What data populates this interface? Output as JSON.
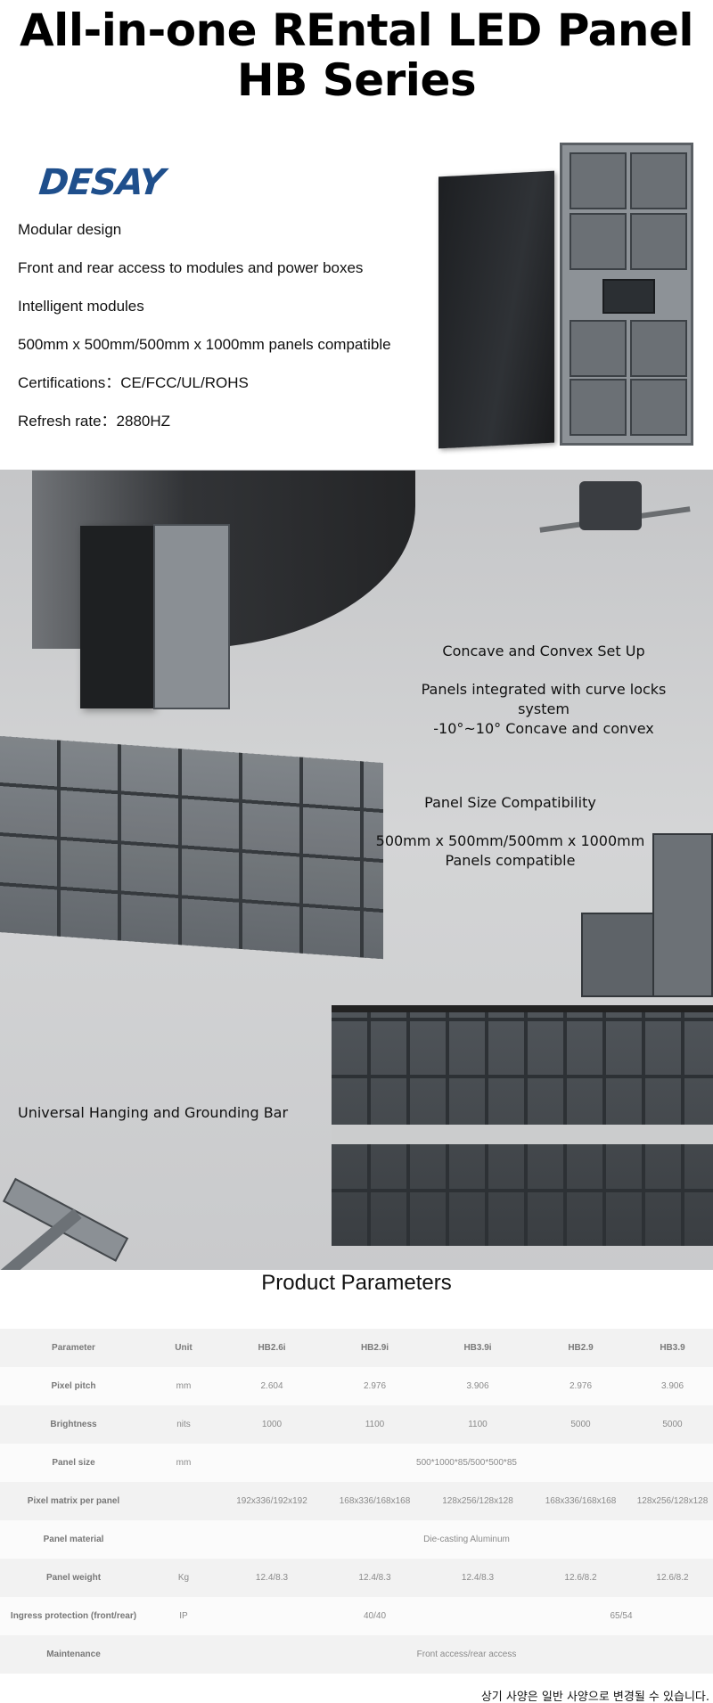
{
  "header": {
    "title_line1": "All-in-one REntal LED Panel",
    "title_line2": "HB Series"
  },
  "intro": {
    "logo": "DESAY",
    "features": [
      "Modular design",
      "Front and rear access to modules and power boxes",
      "Intelligent modules",
      "500mm x 500mm/500mm x 1000mm panels compatible",
      "Certifications：CE/FCC/UL/ROHS",
      "Refresh rate：2880HZ"
    ]
  },
  "sections": {
    "concave": {
      "title": "Concave and Convex Set Up",
      "line1": "Panels integrated with curve locks system",
      "line2": "-10°~10° Concave and convex"
    },
    "size": {
      "title": "Panel Size Compatibility",
      "line1": "500mm x 500mm/500mm x 1000mm",
      "line2": "Panels compatible"
    },
    "hanging": {
      "title": "Universal Hanging and Grounding Bar"
    }
  },
  "parameters": {
    "title": "Product Parameters",
    "headers": [
      "Parameter",
      "Unit",
      "HB2.6i",
      "HB2.9i",
      "HB3.9i",
      "HB2.9",
      "HB3.9"
    ],
    "rows": {
      "pitch": [
        "Pixel pitch",
        "mm",
        "2.604",
        "2.976",
        "3.906",
        "2.976",
        "3.906"
      ],
      "brightness": [
        "Brightness",
        "nits",
        "1000",
        "1100",
        "1100",
        "5000",
        "5000"
      ],
      "panel_size": [
        "Panel size",
        "mm",
        "500*1000*85/500*500*85"
      ],
      "matrix": [
        "Pixel matrix per panel",
        "",
        "192x336/192x192",
        "168x336/168x168",
        "128x256/128x128",
        "168x336/168x168",
        "128x256/128x128"
      ],
      "material": [
        "Panel material",
        "",
        "Die-casting Aluminum"
      ],
      "weight": [
        "Panel weight",
        "Kg",
        "12.4/8.3",
        "12.4/8.3",
        "12.4/8.3",
        "12.6/8.2",
        "12.6/8.2"
      ],
      "ingress": [
        "Ingress protection (front/rear)",
        "IP",
        "40/40",
        "65/54"
      ],
      "maintenance": [
        "Maintenance",
        "",
        "Front access/rear access"
      ]
    },
    "footnote": "상기 사양은 일반 사양으로 변경될 수 있습니다."
  },
  "colors": {
    "logo_blue": "#1f4f8c",
    "gray_background": "#c9cacc",
    "table_row_dark": "#f2f2f2",
    "table_row_light": "#fbfbfb",
    "table_text": "#8a8a8a"
  }
}
